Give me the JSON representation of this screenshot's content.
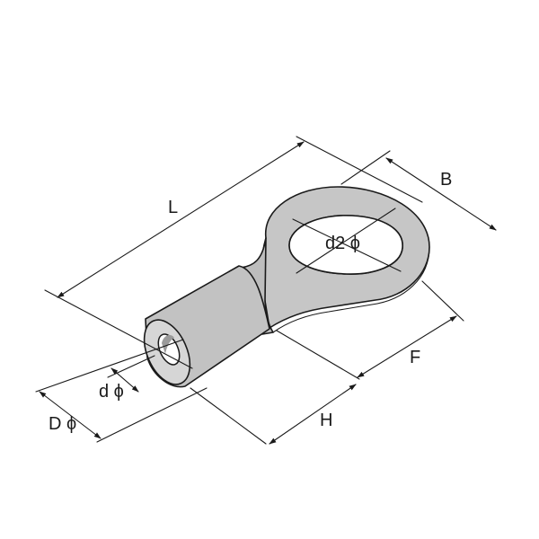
{
  "diagram": {
    "labels": {
      "length": "L",
      "width": "B",
      "hole_diameter": "d2 ϕ",
      "tongue_length": "F",
      "barrel_length": "H",
      "inner_diameter": "d ϕ",
      "outer_diameter": "D ϕ"
    },
    "colors": {
      "part_fill": "#c4c4c4",
      "part_fill_light": "#d4d4d4",
      "part_fill_dark": "#b0b0b0",
      "line": "#1a1a1a",
      "background": "#ffffff"
    }
  }
}
